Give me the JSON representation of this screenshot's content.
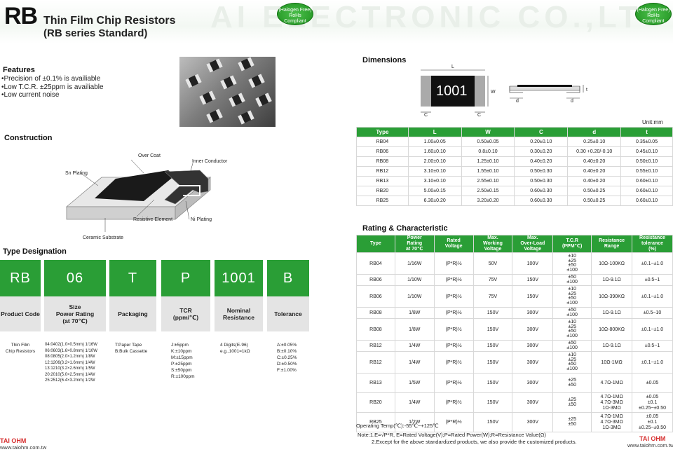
{
  "header": {
    "series": "RB",
    "title": "Thin Film Chip Resistors",
    "subtitle": "(RB series Standard)",
    "watermark": "AI ELECTRONIC CO.,LT",
    "badge_line1": "(Halogen Free)",
    "badge_line2": "RoHs",
    "badge_line3": "Compliant"
  },
  "features": {
    "heading": "Features",
    "items": [
      "•Precision of ±0.1% is availiable",
      "•Low T.C.R. ±25ppm is availiable",
      "•Low current noise"
    ]
  },
  "construction": {
    "heading": "Construction",
    "labels": {
      "over_coat": "Over Coat",
      "inner_conductor": "Inner Conductor",
      "sn_plating": "Sn Plating",
      "resistive_element": "Resistive  Element",
      "ni_plating": "Ni Plating",
      "ceramic_substrate": "Ceramic Substrate"
    }
  },
  "type_designation": {
    "heading": "Type Designation",
    "columns": [
      {
        "code": "RB",
        "name": "Product Code",
        "detail": [
          "Thin Film",
          "Chip Resistors"
        ]
      },
      {
        "code": "06",
        "name": "Size\nPower Rating\n(at 70℃)",
        "detail": [
          "04:0402(1.0×0.5mm) 1/16W",
          "06:0603(1.6×0.8mm) 1/10W",
          "08:0805(2.0×1.2mm) 1/8W",
          "12:1206(3.2×1.6mm) 1/4W",
          "13:1210(3.2×2.6mm) 1/5W",
          "20:2010(5.0×2.5mm) 1/4W",
          "25:2512(6.4×3.2mm) 1/2W"
        ]
      },
      {
        "code": "T",
        "name": "Packaging",
        "detail": [
          "T:Paper Tape",
          "B:Bulk Cassette"
        ]
      },
      {
        "code": "P",
        "name": "TCR\n(ppm/℃)",
        "detail": [
          "J:±5ppm",
          "K:±10ppm",
          "M:±15ppm",
          "P:±25ppm",
          "S:±50ppm",
          "R:±100ppm"
        ]
      },
      {
        "code": "1001",
        "name": "Nominal\nResistance",
        "detail": [
          "4 Digits(E-96)",
          "e.g.,1001=1kΩ"
        ]
      },
      {
        "code": "B",
        "name": "Tolerance",
        "detail": [
          "A:±0.05%",
          "B:±0.10%",
          "C:±0.25%",
          "D:±0.50%",
          "F:±1.00%"
        ]
      }
    ]
  },
  "dimensions": {
    "heading": "Dimensions",
    "chip_marking": "1001",
    "drawing_labels": {
      "L": "L",
      "W": "W",
      "C": "C",
      "d": "d",
      "t": "t"
    },
    "unit": "Unit:mm",
    "headers": [
      "Type",
      "L",
      "W",
      "C",
      "d",
      "t"
    ],
    "rows": [
      [
        "RB04",
        "1.00±0.05",
        "0.50±0.05",
        "0.20±0.10",
        "0.25±0.10",
        "0.35±0.05"
      ],
      [
        "RB06",
        "1.60±0.10",
        "0.8±0.10",
        "0.30±0.20",
        "0.30 +0.20/-0.10",
        "0.45±0.10"
      ],
      [
        "RB08",
        "2.00±0.10",
        "1.25±0.10",
        "0.40±0.20",
        "0.40±0.20",
        "0.50±0.10"
      ],
      [
        "RB12",
        "3.10±0.10",
        "1.55±0.10",
        "0.50±0.30",
        "0.40±0.20",
        "0.55±0.10"
      ],
      [
        "RB13",
        "3.10±0.10",
        "2.55±0.10",
        "0.50±0.30",
        "0.40±0.20",
        "0.60±0.10"
      ],
      [
        "RB20",
        "5.00±0.15",
        "2.50±0.15",
        "0.60±0.30",
        "0.50±0.25",
        "0.60±0.10"
      ],
      [
        "RB25",
        "6.30±0.20",
        "3.20±0.20",
        "0.60±0.30",
        "0.50±0.25",
        "0.60±0.10"
      ]
    ]
  },
  "rating": {
    "heading": "Rating & Characteristic",
    "headers": [
      "Type",
      "Power\nRating\nat 70℃",
      "Rated\nVoltage",
      "Max.\nWorking\nVoltage",
      "Max.\nOver-Load\nVoltage",
      "T.C.R\n(PPM℃)",
      "Resistance\nRange",
      "Resistance\ntolerance\n(%)"
    ],
    "rows": [
      {
        "type": "RB04",
        "power": "1/16W",
        "rated": "(P*R)½",
        "mwv": "50V",
        "mov": "100V",
        "tcr": "±10\n±25\n±50\n±100",
        "range": "10Ω-100KΩ",
        "tol": "±0.1~±1.0"
      },
      {
        "type": "RB06",
        "power": "1/10W",
        "rated": "(P*R)½",
        "mwv": "75V",
        "mov": "150V",
        "tcr": "±50\n±100",
        "range": "1Ω-9.1Ω",
        "tol": "±0.5~1"
      },
      {
        "type": "RB06",
        "power": "1/10W",
        "rated": "(P*R)½",
        "mwv": "75V",
        "mov": "150V",
        "tcr": "±10\n±25\n±50\n±100",
        "range": "10Ω-390KΩ",
        "tol": "±0.1~±1.0"
      },
      {
        "type": "RB08",
        "power": "1/8W",
        "rated": "(P*R)½",
        "mwv": "150V",
        "mov": "300V",
        "tcr": "±50\n±100",
        "range": "1Ω-9.1Ω",
        "tol": "±0.5~10"
      },
      {
        "type": "RB08",
        "power": "1/8W",
        "rated": "(P*R)½",
        "mwv": "150V",
        "mov": "300V",
        "tcr": "±10\n±25\n±50\n±100",
        "range": "10Ω-800KΩ",
        "tol": "±0.1~±1.0"
      },
      {
        "type": "RB12",
        "power": "1/4W",
        "rated": "(P*R)½",
        "mwv": "150V",
        "mov": "300V",
        "tcr": "±50\n±100",
        "range": "1Ω-9.1Ω",
        "tol": "±0.5~1"
      },
      {
        "type": "RB12",
        "power": "1/4W",
        "rated": "(P*R)½",
        "mwv": "150V",
        "mov": "300V",
        "tcr": "±10\n±25\n±50\n±100",
        "range": "10Ω-1MΩ",
        "tol": "±0.1~±1.0"
      },
      {
        "type": "RB13",
        "power": "1/5W",
        "rated": "(P*R)½",
        "mwv": "150V",
        "mov": "300V",
        "tcr": "±25\n±50",
        "range": "4.7Ω-1MΩ",
        "tol": "±0.05"
      },
      {
        "type": "RB20",
        "power": "1/4W",
        "rated": "(P*R)½",
        "mwv": "150V",
        "mov": "300V",
        "tcr": "±25\n±50",
        "range": "4.7Ω-1MΩ\n4.7Ω-3MΩ\n1Ω-3MΩ",
        "tol": "±0.05\n±0.1\n±0.25~±0.50"
      },
      {
        "type": "RB25",
        "power": "1/2W",
        "rated": "(P*R)½",
        "mwv": "150V",
        "mov": "300V",
        "tcr": "±25\n±50",
        "range": "4.7Ω-1MΩ\n4.7Ω-3MΩ\n1Ω-3MΩ",
        "tol": "±0.05\n±0.1\n±0.25~±0.50"
      }
    ],
    "operating_temp": "Operating Temp(℃):-55℃~+125℃",
    "note1": "Note:1.E=√P*R,  E=Rated Voltage(V);P=Rated Power(W);R=Resistance Value(Ω)",
    "note2": "2.Except for the above standardized products, we also provide the customized products."
  },
  "footer": {
    "brand": "TAI OHM",
    "url": "www.taiohm.com.tw"
  },
  "colors": {
    "accent": "#2a9e36",
    "brand": "#d63030"
  }
}
